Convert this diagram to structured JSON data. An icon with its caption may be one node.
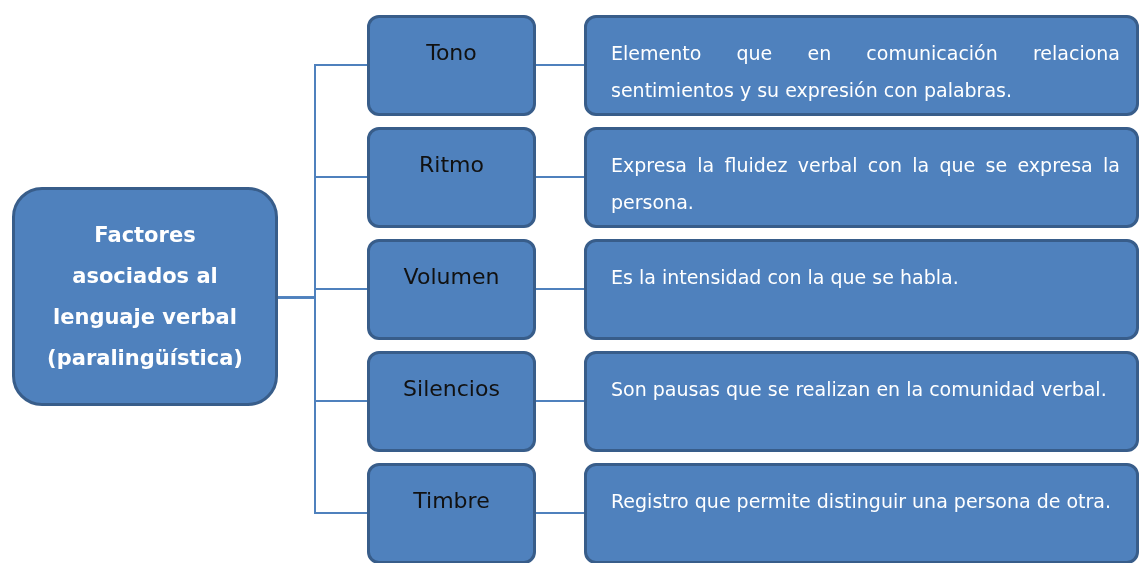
{
  "diagram": {
    "nodes": [
      {
        "text": [
          "Factores asociados al lenguaje verbal (paralingüística)"
        ]
      },
      {
        "text": [
          "Tono"
        ]
      },
      {
        "text": [
          "Elemento que en comunicación relaciona sentimientos y su expresión con palabras."
        ]
      },
      {
        "text": [
          "Ritmo"
        ]
      },
      {
        "text": [
          "Expresa la fluidez verbal con la que se expresa la persona."
        ]
      },
      {
        "text": [
          "Volumen"
        ]
      },
      {
        "text": [
          "Es la intensidad con la que se habla."
        ]
      },
      {
        "text": [
          "Silencios"
        ]
      },
      {
        "text": [
          "Son pausas que se realizan en la comunidad verbal."
        ]
      },
      {
        "text": [
          "Timbre"
        ]
      },
      {
        "text": [
          "Registro que permite distinguir una persona de otra."
        ]
      }
    ],
    "edges": [
      {
        "from": 0,
        "to": 1,
        "arrow": "none"
      },
      {
        "from": 0,
        "to": 3,
        "arrow": "none"
      },
      {
        "from": 0,
        "to": 5,
        "arrow": "none"
      },
      {
        "from": 0,
        "to": 7,
        "arrow": "none"
      },
      {
        "from": 0,
        "to": 9,
        "arrow": "none"
      },
      {
        "from": 1,
        "to": 2,
        "arrow": "none"
      },
      {
        "from": 3,
        "to": 4,
        "arrow": "none"
      },
      {
        "from": 5,
        "to": 6,
        "arrow": "none"
      },
      {
        "from": 7,
        "to": 8,
        "arrow": "none"
      },
      {
        "from": 9,
        "to": 10,
        "arrow": "none"
      }
    ]
  }
}
